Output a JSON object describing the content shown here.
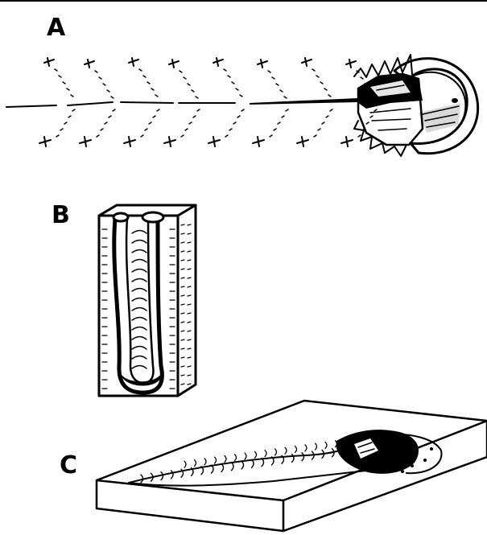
{
  "panels": [
    {
      "id": "a",
      "label": "A"
    },
    {
      "id": "b",
      "label": "B"
    },
    {
      "id": "c",
      "label": "C"
    }
  ]
}
